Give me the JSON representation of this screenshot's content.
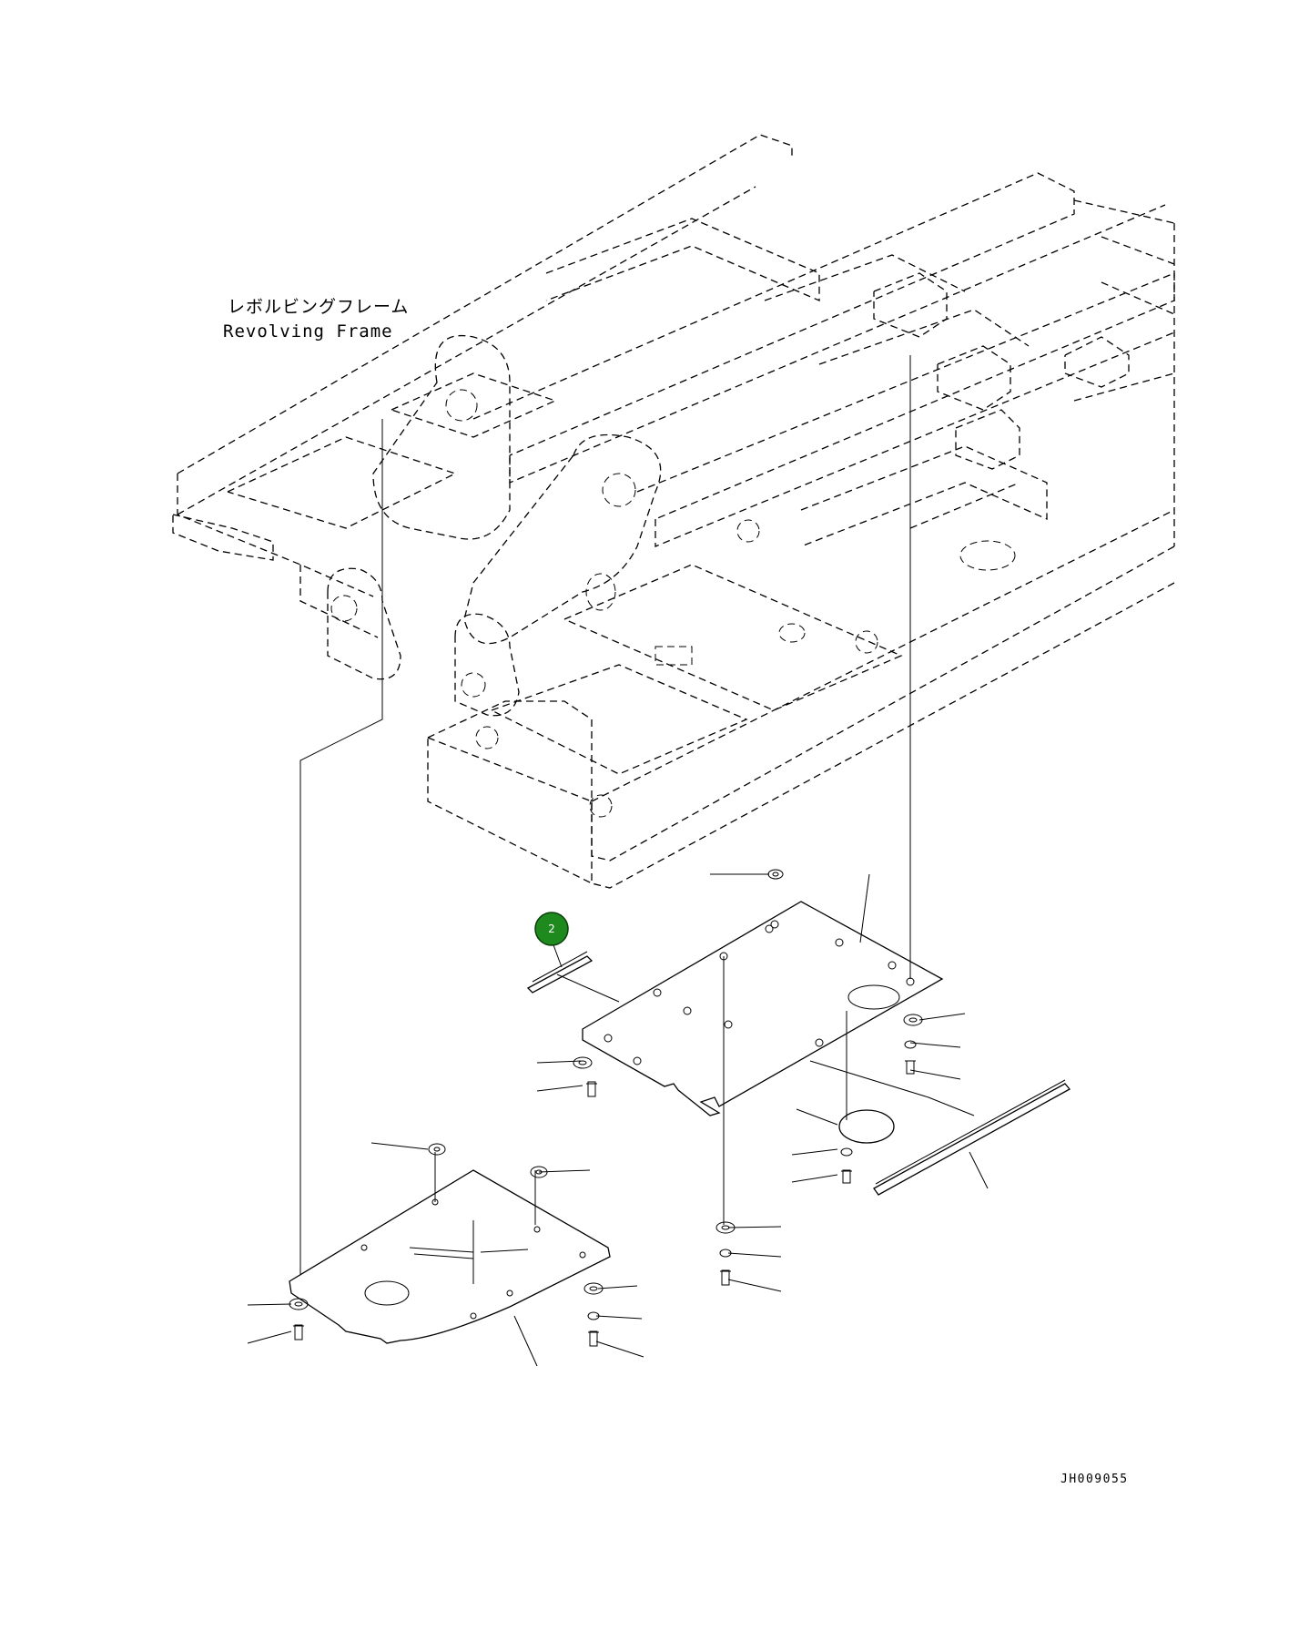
{
  "diagram": {
    "label_jp": "レボルビングフレーム",
    "label_en": "Revolving Frame",
    "callouts": [
      {
        "number": "2",
        "color": "#1e8a1e"
      }
    ],
    "reference_code": "JH009055"
  }
}
